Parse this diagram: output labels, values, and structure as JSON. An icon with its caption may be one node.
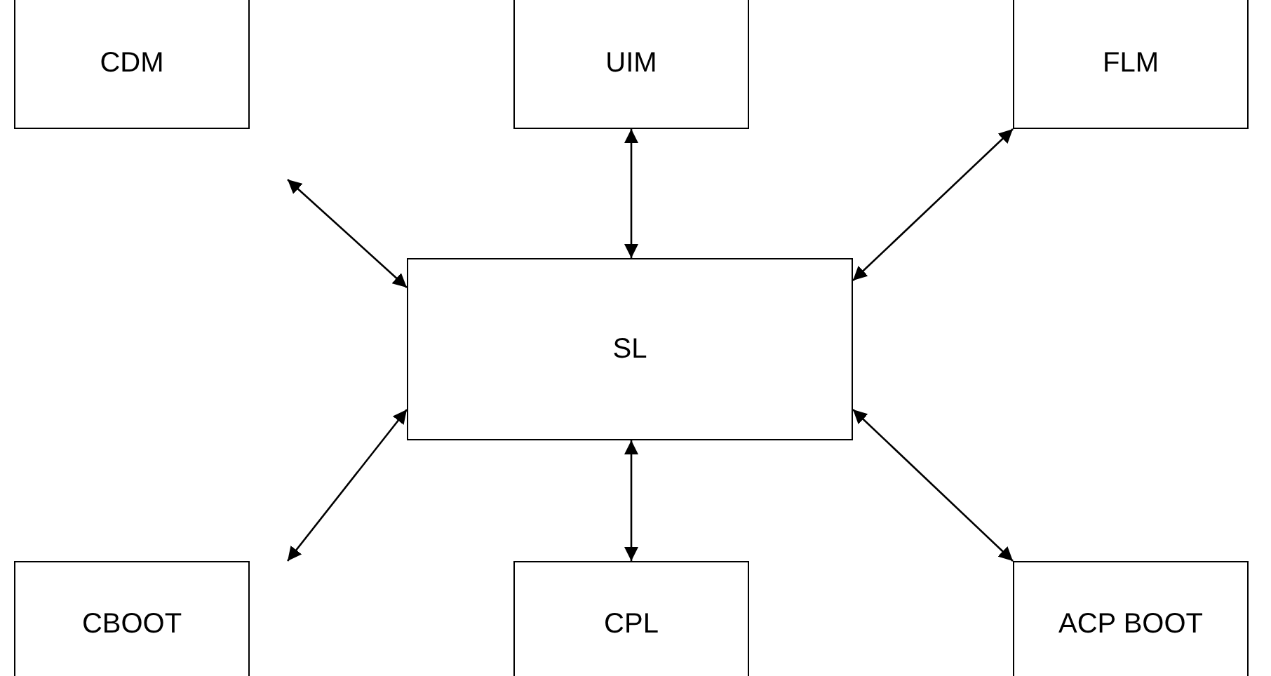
{
  "diagram": {
    "nodes": [
      {
        "text": [
          "CDM"
        ]
      },
      {
        "text": [
          "UIM"
        ]
      },
      {
        "text": [
          "FLM"
        ]
      },
      {
        "text": [
          "SL"
        ]
      },
      {
        "text": [
          "CBOOT"
        ]
      },
      {
        "text": [
          "CPL"
        ]
      },
      {
        "text": [
          "ACP BOOT"
        ]
      }
    ],
    "edges": [
      {
        "from": 0,
        "to": 3,
        "arrow": "both"
      },
      {
        "from": 1,
        "to": 3,
        "arrow": "both"
      },
      {
        "from": 2,
        "to": 3,
        "arrow": "both"
      },
      {
        "from": 4,
        "to": 3,
        "arrow": "both"
      },
      {
        "from": 5,
        "to": 3,
        "arrow": "both"
      },
      {
        "from": 6,
        "to": 3,
        "arrow": "both"
      }
    ]
  }
}
